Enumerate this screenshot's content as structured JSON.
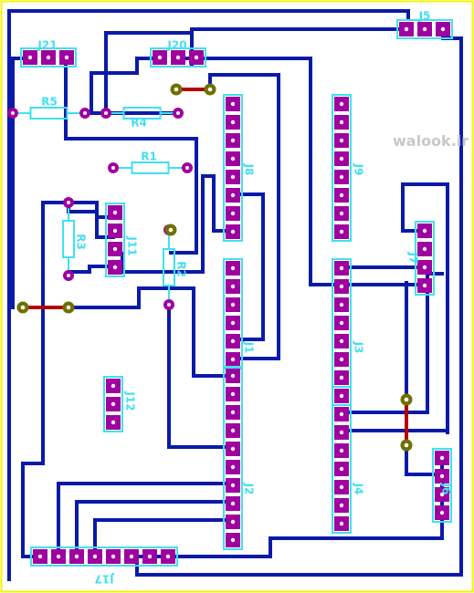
{
  "colors": {
    "background": "#ffffff",
    "border": "#f3f300",
    "trace": "#0a1aa8",
    "jumper": "#b40000",
    "pad": "#a000a0",
    "pad_hole": "#ffffff",
    "outline": "#40e0f0",
    "via": "#707000",
    "watermark": "#c8c8c8"
  },
  "watermark": "walook.ir",
  "connectors": {
    "J5": "J5",
    "J21": "J21",
    "J20": "J20",
    "J8": "J8",
    "J9": "J9",
    "J11": "J11",
    "J7": "J7",
    "J1": "J1",
    "J3": "J3",
    "J12": "J12",
    "J2": "J2",
    "J4": "J4",
    "J6": "J6",
    "J17": "J17"
  },
  "resistors": {
    "R1": "R1",
    "R2": "R2",
    "R3": "R3",
    "R4": "R4",
    "R5": "R5"
  }
}
